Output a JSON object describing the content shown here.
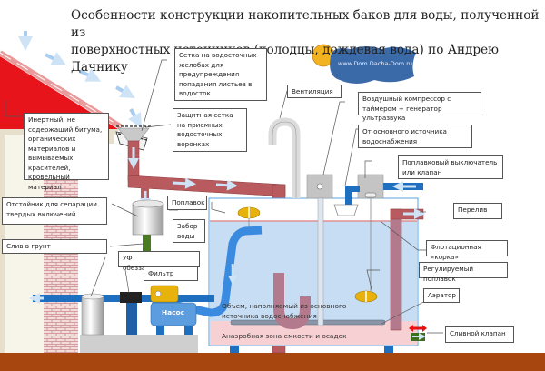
{
  "title": {
    "line1": "Особенности конструкции накопительных баков для воды, полученной из",
    "line2": "поверхностных источников (колодцы, дождевая вода) по Андрею Дачнику"
  },
  "watermark": "www.Dom.Dacha-Dom.ru",
  "labels": {
    "gutter_mesh": "Сетка на водосточных желобах для предупреждения попадания листьев в водосток",
    "roof_material": "Инертный, не содержащий битума, органических материалов и вымываемых красителей, кровельный материал",
    "funnel_mesh": "Защитная сетка на приемных водосточных воронках",
    "ventilation": "Вентиляция",
    "compressor": "Воздушный компрессор с таймером + генератор ультразвука",
    "main_source": "От основного источника водоснабжения",
    "float_switch": "Поплавковый выключатель или клапан",
    "overflow": "Перелив",
    "flotation_crust": "Флотационная «корка»",
    "adjustable_float": "Регулируемый поплавок",
    "aerator": "Аэратор",
    "drain_valve": "Сливной клапан",
    "settler": "Отстойник для сепарации твердых включений.",
    "float": "Поплавок",
    "water_intake": "Забор воды",
    "ground_drain": "Слив в грунт",
    "uv": "УФ обеззараживание",
    "filter": "Фильтр",
    "pump": "Насос",
    "volume_main": "Объем, наполняемый из основного источника водоснабжения",
    "anaerobic_zone": "Анаэробная зона емкости и осадок"
  },
  "colors": {
    "roof": "#e8141c",
    "pipe_red": "#b85a5e",
    "pipe_blue": "#1f6fc0",
    "water": "#c6ddf4",
    "anaerobic": "#f6d0d2",
    "ground": "#a8460f",
    "brick": "#f0d4d4",
    "pump": "#5c9de0",
    "float": "#e8b20c"
  }
}
